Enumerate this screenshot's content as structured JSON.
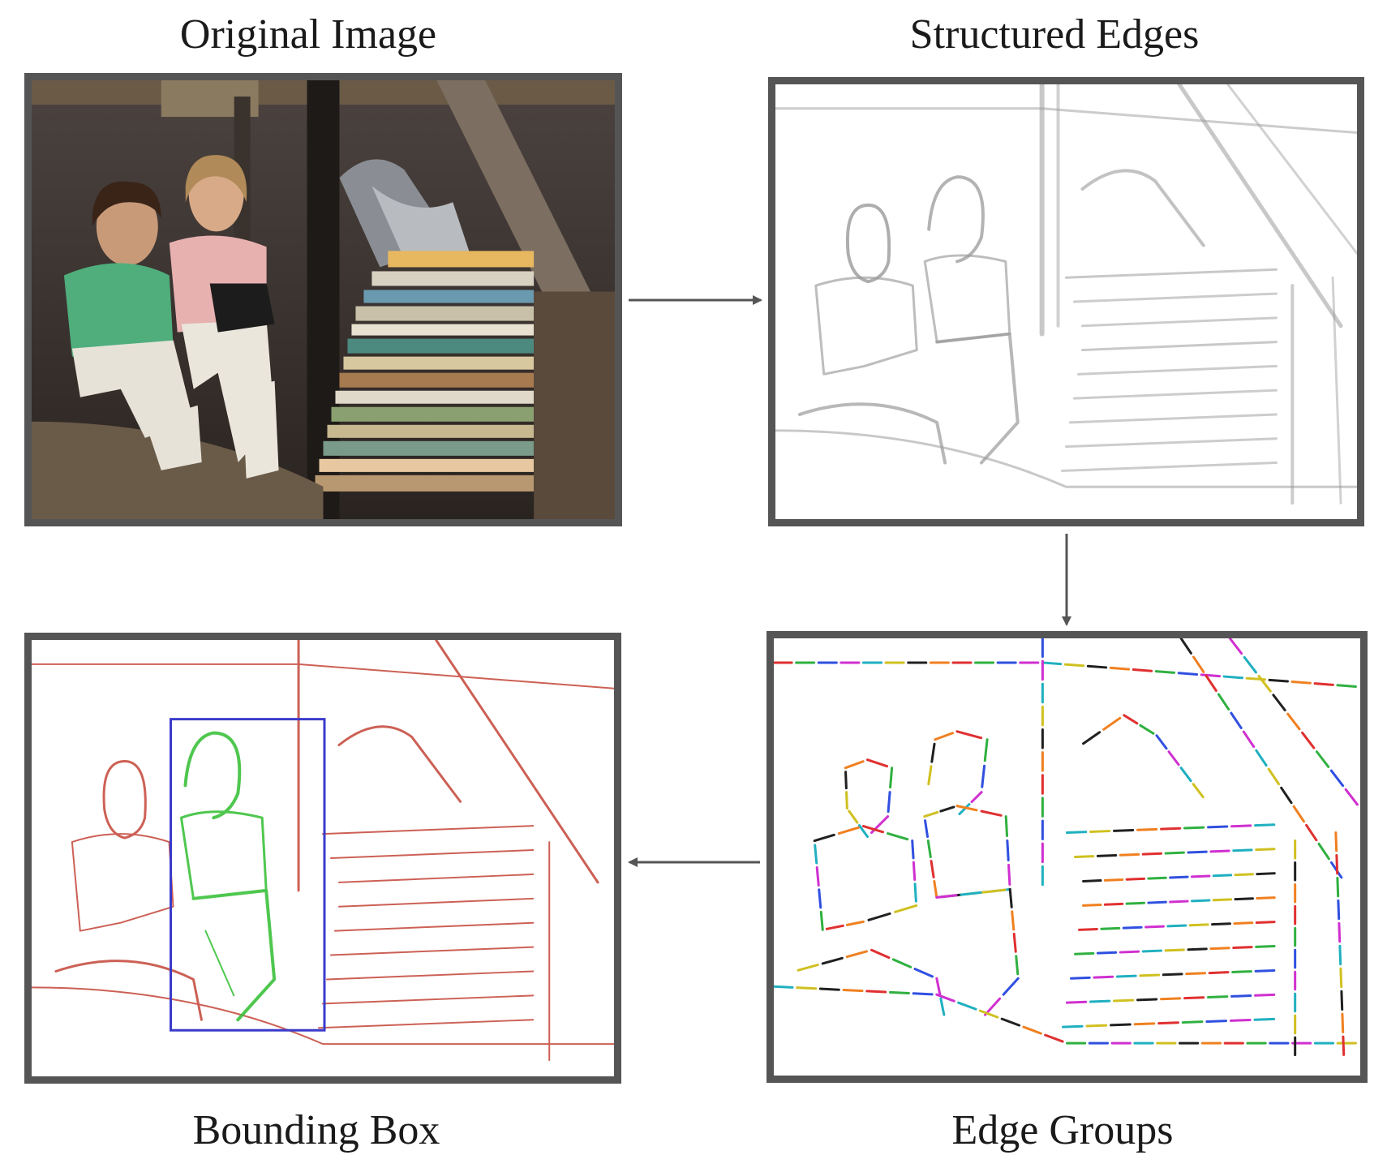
{
  "captions": {
    "original_image": "Original Image",
    "structured_edges": "Structured Edges",
    "edge_groups": "Edge Groups",
    "bounding_box": "Bounding Box"
  },
  "colors": {
    "panel_border": "#555555",
    "arrow": "#555555",
    "edge_gray": "#9a9a9a",
    "bbox_edges": "#c0392b",
    "bbox_object_edges": "#3cc13c",
    "bbox_rect": "#3a3acb",
    "shirt_green": "#4fae7c",
    "shirt_pink": "#e7b1b0"
  },
  "group_palette": [
    "#e03030",
    "#30b040",
    "#3050e0",
    "#d030d0",
    "#20b0c0",
    "#d0c020",
    "#202020",
    "#f08020"
  ]
}
